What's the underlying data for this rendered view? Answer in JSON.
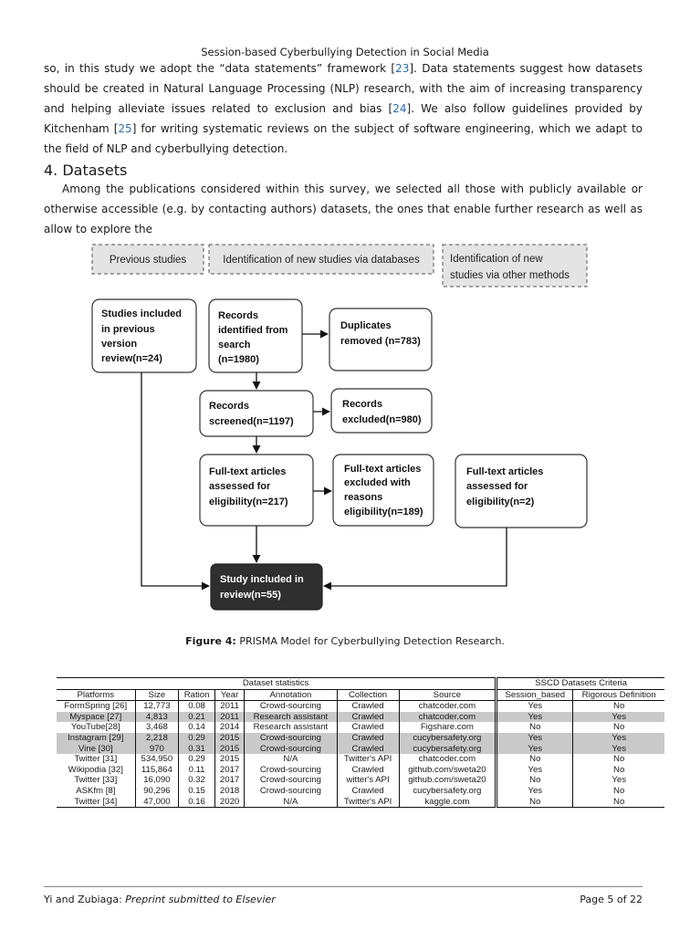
{
  "header": {
    "running_title": "Session-based Cyberbullying Detection in Social Media"
  },
  "intro": {
    "parts": [
      "so, in this study we adopt the “data statements” framework [",
      "23",
      "]. Data statements suggest how datasets should be created in Natural Language Processing (NLP) research, with the aim of increasing transparency and helping alleviate issues related to exclusion and bias [",
      "24",
      "]. We also follow guidelines provided by Kitchenham [",
      "25",
      "] for writing systematic reviews on the subject of software engineering, which we adapt to the field of NLP and cyberbullying detection."
    ]
  },
  "section": {
    "title": "4. Datasets"
  },
  "section_text": "Among the publications considered within this survey, we selected all those with publicly available or otherwise accessible (e.g. by contacting authors) datasets, the ones that enable further research as well as allow to explore the",
  "figure": {
    "headers": {
      "previous": "Previous studies",
      "databases": "Identification of new studies via databases",
      "other_line1": "Identification  of new",
      "other_line2": "studies via other methods"
    },
    "boxes": {
      "previous_included": [
        "Studies included",
        "in previous",
        "version",
        "review(n=24)"
      ],
      "records_identified": [
        "Records",
        "identified from",
        "search",
        "(n=1980)"
      ],
      "duplicates": [
        "Duplicates",
        "removed (n=783)"
      ],
      "screened": [
        "Records",
        "screened(n=1197)"
      ],
      "excluded": [
        "Records",
        "excluded(n=980)"
      ],
      "fulltext_assessed": [
        "Full-text articles",
        "assessed for",
        "eligibility(n=217)"
      ],
      "fulltext_excluded": [
        "Full-text articles",
        "excluded  with",
        "reasons",
        "eligibility(n=189)"
      ],
      "other_assessed": [
        "Full-text articles",
        "assessed for",
        "eligibility(n=2)"
      ],
      "included": [
        "Study included in",
        "review(n=55)"
      ]
    },
    "caption_label": "Figure 4:",
    "caption_text": " PRISMA Model for Cyberbullying Detection Research."
  },
  "table": {
    "group_left": "Dataset statistics",
    "group_right": "SSCD Datasets Criteria",
    "columns": [
      "Platforms",
      "Size",
      "Ration",
      "Year",
      "Annotation",
      "Collection",
      "Source",
      "Session_based",
      "Rigorous Definition"
    ],
    "rows": [
      {
        "shaded": false,
        "cells": [
          "FormSpring [26]",
          "12,773",
          "0.08",
          "2011",
          "Crowd-sourcing",
          "Crawled",
          "chatcoder.com",
          "Yes",
          "No"
        ]
      },
      {
        "shaded": true,
        "cells": [
          "Myspace [27]",
          "4,813",
          "0.21",
          "2011",
          "Research assistant",
          "Crawled",
          "chatcoder.com",
          "Yes",
          "Yes"
        ]
      },
      {
        "shaded": false,
        "cells": [
          "YouTube[28]",
          "3,468",
          "0.14",
          "2014",
          "Research assistant",
          "Crawled",
          "Figshare.com",
          "No",
          "No"
        ]
      },
      {
        "shaded": true,
        "cells": [
          "Instagram [29]",
          "2,218",
          "0.29",
          "2015",
          "Crowd-sourcing",
          "Crawled",
          "cucybersafety.org",
          "Yes",
          "Yes"
        ]
      },
      {
        "shaded": true,
        "cells": [
          "Vine [30]",
          "970",
          "0.31",
          "2015",
          "Crowd-sourcing",
          "Crawled",
          "cucybersafety.org",
          "Yes",
          "Yes"
        ]
      },
      {
        "shaded": false,
        "cells": [
          "Twitter [31]",
          "534,950",
          "0.29",
          "2015",
          "N/A",
          "Twitter's API",
          "chatcoder.com",
          "No",
          "No"
        ]
      },
      {
        "shaded": false,
        "cells": [
          "Wikipodia [32]",
          "115,864",
          "0.11",
          "2017",
          "Crowd-sourcing",
          "Crawled",
          "github.com/sweta20",
          "Yes",
          "No"
        ]
      },
      {
        "shaded": false,
        "cells": [
          "Twitter [33]",
          "16,090",
          "0.32",
          "2017",
          "Crowd-sourcing",
          "witter's API",
          "github.com/sweta20",
          "No",
          "Yes"
        ]
      },
      {
        "shaded": false,
        "cells": [
          "ASKfm [8]",
          "90,296",
          "0.15",
          "2018",
          "Crowd-sourcing",
          "Crawled",
          "cucybersafety.org",
          "Yes",
          "No"
        ]
      },
      {
        "shaded": false,
        "cells": [
          "Twitter [34]",
          "47,000",
          "0.16",
          "2020",
          "N/A",
          "Twitter's API",
          "kaggle.com",
          "No",
          "No"
        ]
      }
    ]
  },
  "footer": {
    "authors": "Yi and Zubiaga: ",
    "venue": "Preprint submitted to Elsevier",
    "page": "Page 5 of 22"
  }
}
